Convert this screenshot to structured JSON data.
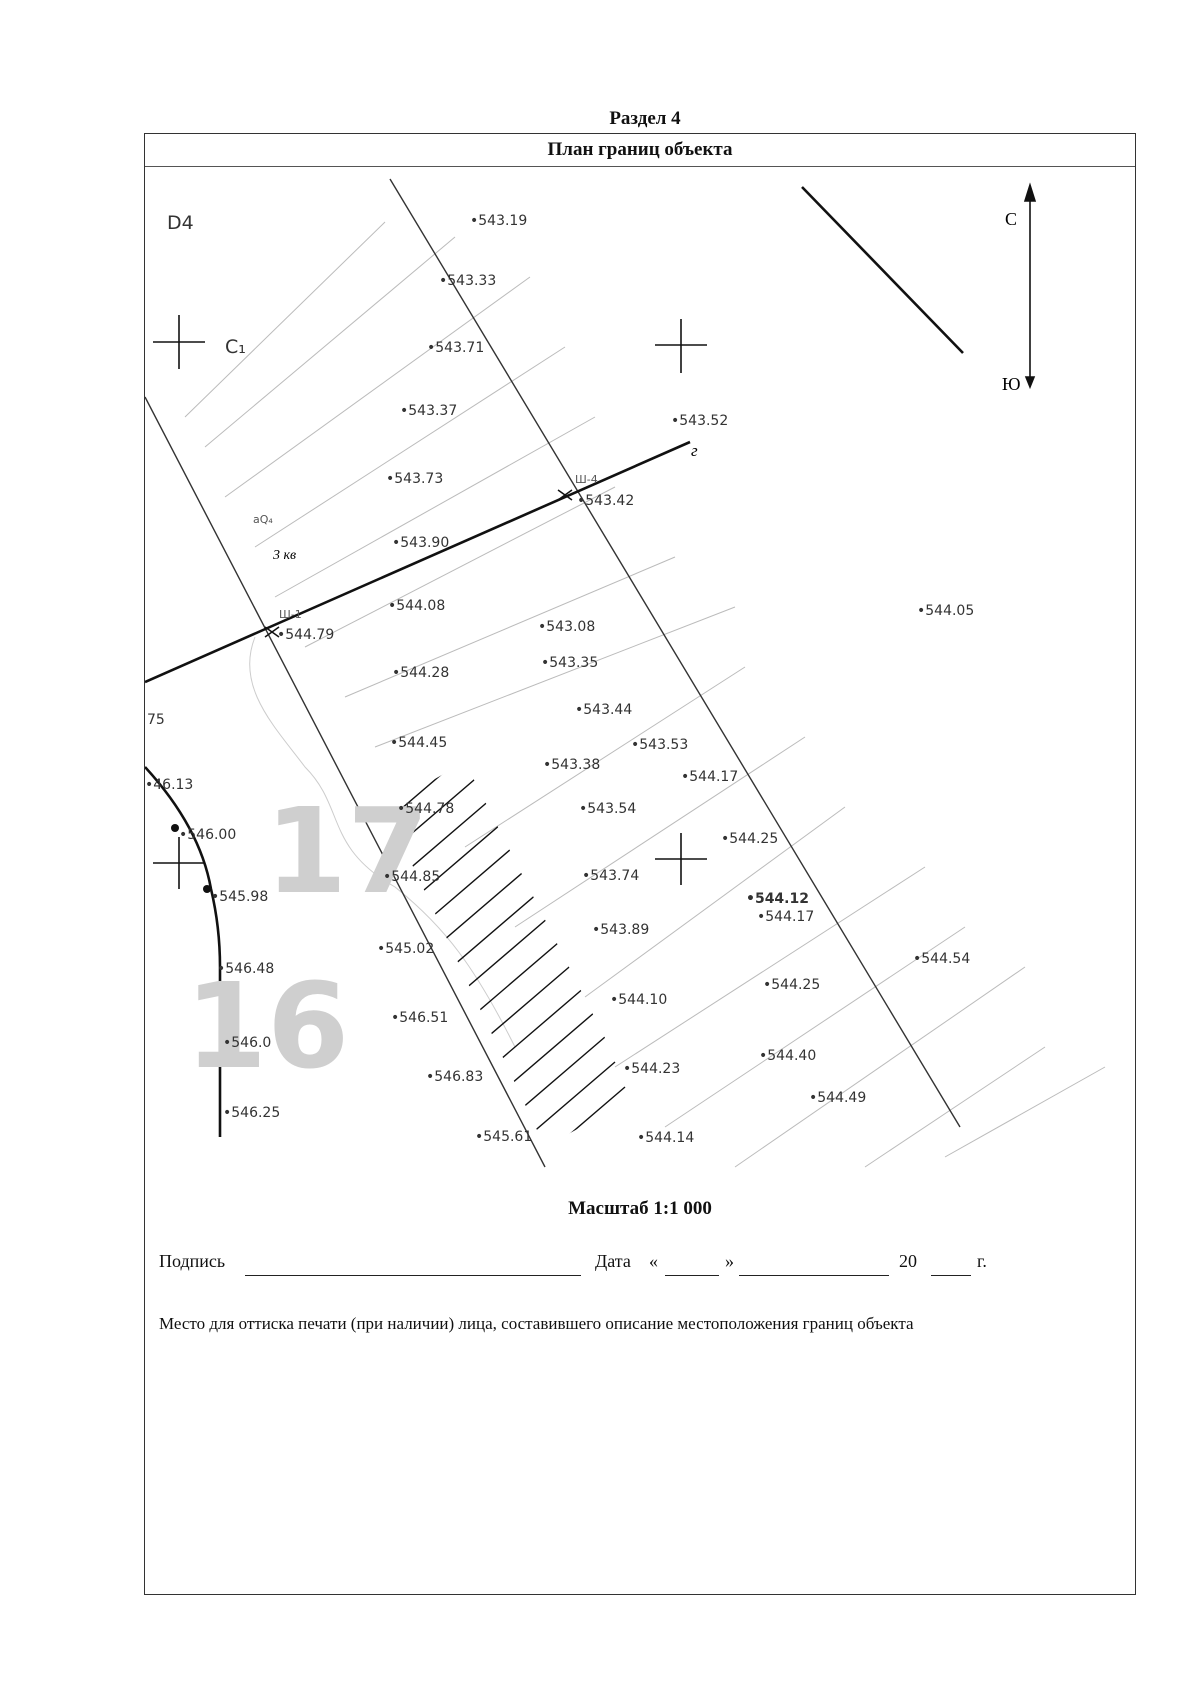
{
  "header": {
    "section": "Раздел 4",
    "title": "План границ объекта"
  },
  "map": {
    "sheet_code": "D4",
    "marker_c1": "C₁",
    "north_label": "С",
    "south_label": "Ю",
    "contour_label": "aQ₄",
    "block_label": "3 кв",
    "line_label": "г",
    "edge_label": "75",
    "station_left": "Ш-1",
    "station_right": "Ш-4",
    "big_number_17": "17",
    "big_number_16": "16",
    "elevations": [
      "543.19",
      "543.33",
      "543.71",
      "543.37",
      "543.73",
      "543.90",
      "544.08",
      "544.28",
      "544.45",
      "544.78",
      "544.85",
      "545.02",
      "546.51",
      "546.83",
      "545.61",
      "543.52",
      "543.42",
      "544.79",
      "543.08",
      "543.35",
      "543.44",
      "543.53",
      "543.38",
      "544.17",
      "543.54",
      "544.25",
      "543.74",
      "544.12",
      "544.17",
      "543.89",
      "544.25",
      "544.10",
      "544.40",
      "544.23",
      "544.49",
      "544.14",
      "544.05",
      "544.54",
      "46.13",
      "546.00",
      "545.98",
      "546.48",
      "546.0",
      "546.25"
    ]
  },
  "footer": {
    "scale": "Масштаб 1:1 000",
    "signature_label": "Подпись",
    "date_label": "Дата",
    "quote_open": "«",
    "quote_close": "»",
    "year_prefix": "20",
    "year_suffix": "г.",
    "stamp_note": "Место для оттиска печати (при наличии) лица, составившего описание местоположения границ объекта"
  }
}
